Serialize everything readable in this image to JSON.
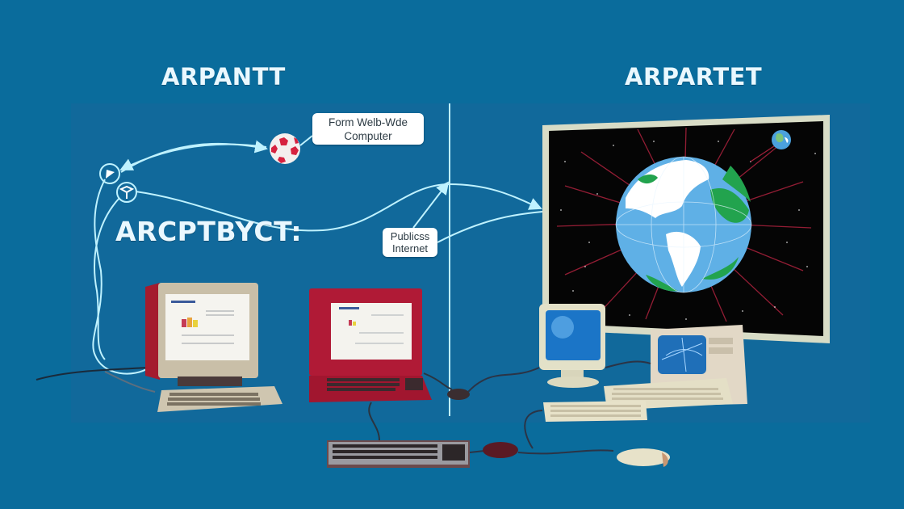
{
  "scene": {
    "background_color": "#0a6c9c",
    "accent_line_color": "#bff2ff",
    "titles": {
      "left": "ARPANTT",
      "right": "ARPARTET",
      "middle": "ARCPTBYCT:"
    },
    "callouts": {
      "top": {
        "line1": "Form Welb-Wde",
        "line2": "Computer"
      },
      "middle": {
        "line1": "Publicss",
        "line2": "Internet"
      }
    },
    "elements": [
      "soccer-ball-node",
      "left-network-nodes",
      "beige-crt-computer",
      "red-terminal-computer",
      "large-globe-display",
      "small-earth",
      "beige-monitor",
      "beige-desktop-computer",
      "dark-keyboard",
      "beige-keyboard",
      "beige-mouse",
      "divider-line"
    ],
    "colors": {
      "beige": "#d9cfb6",
      "red_terminal": "#b01a36",
      "globe_ocean": "#5fb0e6",
      "globe_land": "#22a34e",
      "space": "#050505",
      "grid_lines": "#a3203a"
    }
  }
}
